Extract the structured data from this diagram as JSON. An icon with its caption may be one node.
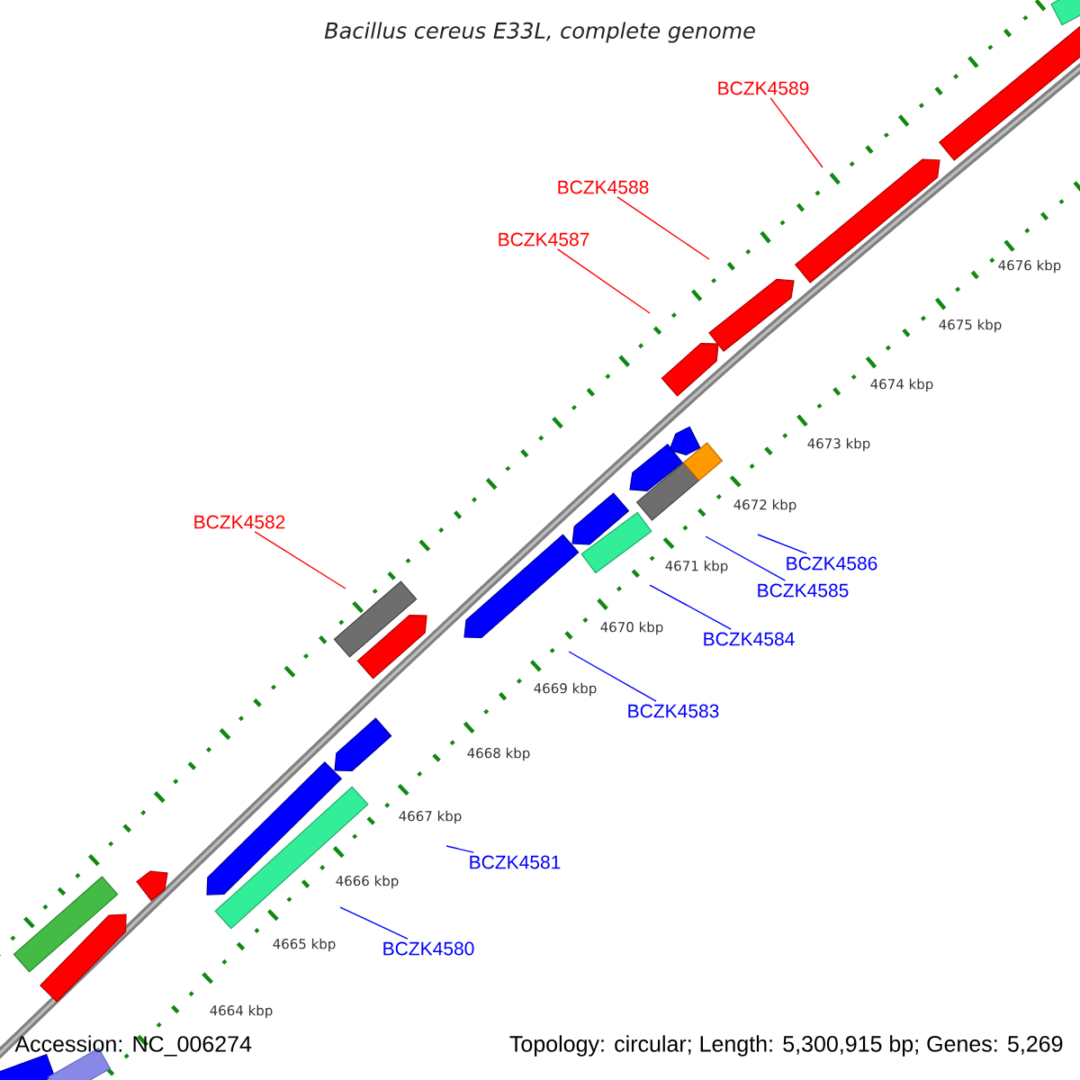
{
  "diagram": {
    "title": "Bacillus cereus E33L, complete genome",
    "nodes": [
      {
        "text": [
          "BCZK4589"
        ]
      },
      {
        "text": [
          "BCZK4588"
        ]
      },
      {
        "text": [
          "BCZK4587"
        ]
      },
      {
        "text": [
          "BCZK4582"
        ]
      },
      {
        "text": [
          "BCZK4586"
        ]
      },
      {
        "text": [
          "BCZK4585"
        ]
      },
      {
        "text": [
          "BCZK4584"
        ]
      },
      {
        "text": [
          "BCZK4583"
        ]
      },
      {
        "text": [
          "BCZK4581"
        ]
      },
      {
        "text": [
          "BCZK4580"
        ]
      }
    ],
    "edges": [
      {
        "from": 0,
        "to": null,
        "arrow": "none",
        "color": "#ff0000"
      },
      {
        "from": 1,
        "to": null,
        "arrow": "none",
        "color": "#ff0000"
      },
      {
        "from": 2,
        "to": null,
        "arrow": "none",
        "color": "#ff0000"
      },
      {
        "from": 3,
        "to": null,
        "arrow": "none",
        "color": "#ff0000"
      },
      {
        "from": 4,
        "to": null,
        "arrow": "none"
      },
      {
        "from": 5,
        "to": null,
        "arrow": "none"
      },
      {
        "from": 6,
        "to": null,
        "arrow": "none"
      },
      {
        "from": 7,
        "to": null,
        "arrow": "none"
      },
      {
        "from": 8,
        "to": null,
        "arrow": "none"
      },
      {
        "from": 9,
        "to": null,
        "arrow": "none"
      }
    ],
    "labels": [
      "4676 kbp",
      "4675 kbp",
      "4674 kbp",
      "4673 kbp",
      "4672 kbp",
      "4671 kbp",
      "4670 kbp",
      "4669 kbp",
      "4668 kbp",
      "4667 kbp",
      "4666 kbp",
      "4665 kbp",
      "4664 kbp",
      "Accession: NC_006274",
      "Topology: circular; Length: 5,300,915 bp; Genes: 5,269"
    ]
  }
}
